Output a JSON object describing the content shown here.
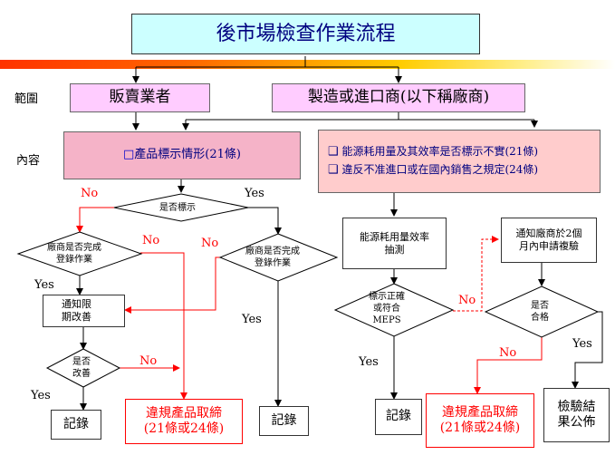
{
  "title": "後市場檢查作業流程",
  "labels": {
    "scope": "範圍",
    "content": "內容"
  },
  "scope_boxes": {
    "seller": "販賣業者",
    "maker": "製造或進口商(以下稱廠商)"
  },
  "left_content": {
    "bullet": "□",
    "text": "產品標示情形(21條)"
  },
  "right_content": {
    "items": [
      {
        "bullet": "❑",
        "text": "能源耗用量及其效率是否標示不實(21條)"
      },
      {
        "bullet": "❑",
        "text": "違反不准進口或在國內銷售之規定(24條)"
      }
    ]
  },
  "nodes": {
    "is_labeled": "是否標示",
    "maker_registered_left": [
      "廠商是否完成",
      "登錄作業"
    ],
    "maker_registered_right": [
      "廠商是否完成",
      "登錄作業"
    ],
    "notify_fix": [
      "通知限",
      "期改善"
    ],
    "improved": [
      "是否",
      "改善"
    ],
    "record_1": "記錄",
    "record_2": "記錄",
    "record_3": "記錄",
    "violation_left": [
      "違規產品取締",
      "(21條或24條)"
    ],
    "violation_right": [
      "違規產品取締",
      "(21條或24條)"
    ],
    "energy_test": [
      "能源耗用量效率",
      "抽測"
    ],
    "meps": [
      "標示正確",
      "或符合",
      "MEPS"
    ],
    "notify_retest": [
      "通知廠商於2個",
      "月內申請複驗"
    ],
    "pass": [
      "是否",
      "合格"
    ],
    "publish": [
      "檢驗結",
      "果公佈"
    ]
  },
  "edge_labels": {
    "no_1": "No",
    "yes_1": "Yes",
    "no_2": "No",
    "no_3": "No",
    "yes_2": "Yes",
    "yes_3": "Yes",
    "no_4": "No",
    "yes_4": "Yes",
    "yes_5": "Yes",
    "no_5": "No",
    "no_6": "No",
    "yes_6": "Yes"
  },
  "colors": {
    "title_bg": "#ccffff",
    "title_text": "#000080",
    "scope_bg": "#ffccff",
    "content_bg": "#f5b3c8",
    "red": "#ff0000",
    "blue_bullet": "#0000cc"
  }
}
